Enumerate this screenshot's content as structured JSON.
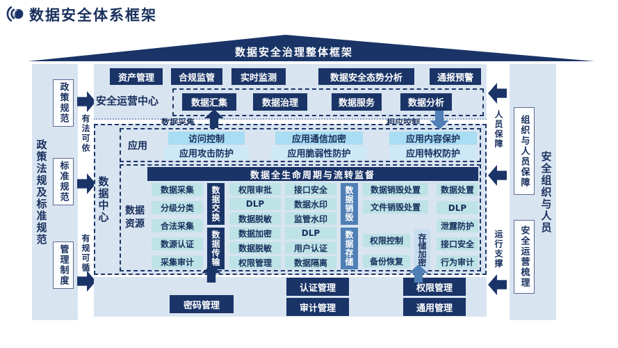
{
  "title": "数据安全体系框架",
  "roof_title": "数据安全治理整体框架",
  "left_panel": {
    "title": "政策法规及标准规范",
    "boxes": [
      "政策规范",
      "标准规范",
      "管理制度"
    ],
    "arrow_labels": [
      "有法可依",
      "有规可循"
    ]
  },
  "right_panel": {
    "title": "安全组织与人员",
    "boxes": [
      "组织与人员保障",
      "安全运营梳理"
    ],
    "arrow_labels": [
      "人员保障",
      "运行支撑"
    ]
  },
  "soc": {
    "label": "安全运营中心",
    "row1": [
      "资产管理",
      "合规监管",
      "实时监测",
      "数据安全态势分析",
      "通报预警"
    ],
    "row2": [
      "数据汇集",
      "数据治理",
      "数据服务",
      "数据分析"
    ]
  },
  "flow": {
    "up": "数据采集",
    "down": "相应控制"
  },
  "datacenter": {
    "label": "数据中心",
    "app": {
      "label": "应用",
      "row1": [
        "访问控制",
        "应用通信加密",
        "应用内容保护"
      ],
      "row2": [
        "应用攻击防护",
        "应用脆弱性防护",
        "应用特权防护"
      ]
    },
    "resource": {
      "label": "数据资源",
      "header": "数据全生命周期与流转监督",
      "collect": [
        "数据采集",
        "分级分类",
        "合法采集",
        "数源认证",
        "采集审计"
      ],
      "exchange_bar": "数据交换",
      "transfer_bar": "数据传输",
      "use_col1": [
        "权限审批",
        "DLP",
        "数据脱敏",
        "数据加密",
        "数据脱敏",
        "权限管理"
      ],
      "use_col2": [
        "接口安全",
        "数据水印",
        "监管水印",
        "DLP",
        "用户认证",
        "数据隔离"
      ],
      "destroy_bar": "数据销毁",
      "storage_bar": "数据存储",
      "destroy_items": [
        "数据销毁处置",
        "文件销毁处置"
      ],
      "storage_items": [
        "权限控制",
        "备份恢复"
      ],
      "storage_enc": "存储加密",
      "right_col": [
        "数据处置",
        "DLP",
        "泄露防护",
        "接口安全",
        "行为审计"
      ]
    }
  },
  "bottom": {
    "col1": [
      "密码管理"
    ],
    "col2": [
      "认证管理",
      "审计管理"
    ],
    "col3": [
      "权限管理",
      "通用管理"
    ]
  },
  "colors": {
    "navy": "#1a3467",
    "blue": "#4f7fb5",
    "panel": "#d9e4f1",
    "app1": "#a9ddf3",
    "app2": "#cde9f7",
    "teal": "#bee3e7",
    "enc": "#c6dcef",
    "text": "#182f5c"
  }
}
